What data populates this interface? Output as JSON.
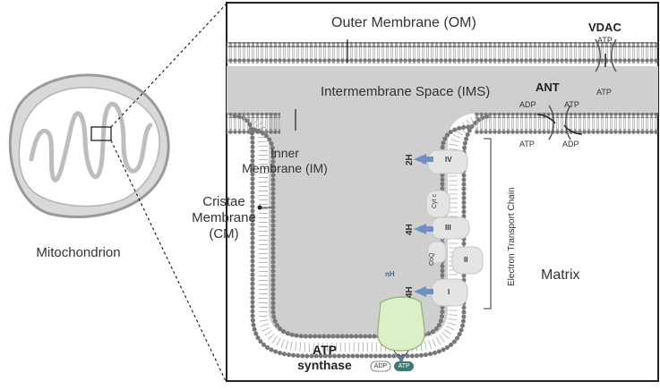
{
  "left": {
    "mitochondrion_label": "Mitochondrion"
  },
  "labels": {
    "outer_membrane": "Outer Membrane (OM)",
    "ims": "Intermembrane Space (IMS)",
    "inner_membrane_l1": "Inner",
    "inner_membrane_l2": "Membrane (IM)",
    "cristae_l1": "Cristae",
    "cristae_l2": "Membrane",
    "cristae_l3": "(CM)",
    "matrix": "Matrix",
    "etc": "Electron Transport Chain"
  },
  "vdac": {
    "title": "VDAC",
    "atp_top": "ATP",
    "atp_bottom": "ATP"
  },
  "ant": {
    "title": "ANT",
    "adp_tl": "ADP",
    "atp_tr": "ATP",
    "atp_bl": "ATP",
    "adp_br": "ADP"
  },
  "complexes": {
    "iv": "IV",
    "cytc": "Cyt c",
    "iii": "III",
    "coq": "CoQ",
    "ii": "II",
    "i": "I"
  },
  "protons": {
    "p2h": "2H",
    "p4h_a": "4H",
    "p4h_b": "4H",
    "nh": "nH"
  },
  "atp_synthase": {
    "title_l1": "ATP",
    "title_l2": "synthase",
    "adp": "ADP",
    "atp": "ATP"
  },
  "colors": {
    "lipid_head": "#7a7a7a",
    "ims_fill": "#cfcfcf",
    "complex_fill": "#e4e4e4",
    "synthase_fill": "#dbefc9",
    "proton_arrow": "#6e8fbf",
    "atp_pill": "#3f7a6e"
  }
}
